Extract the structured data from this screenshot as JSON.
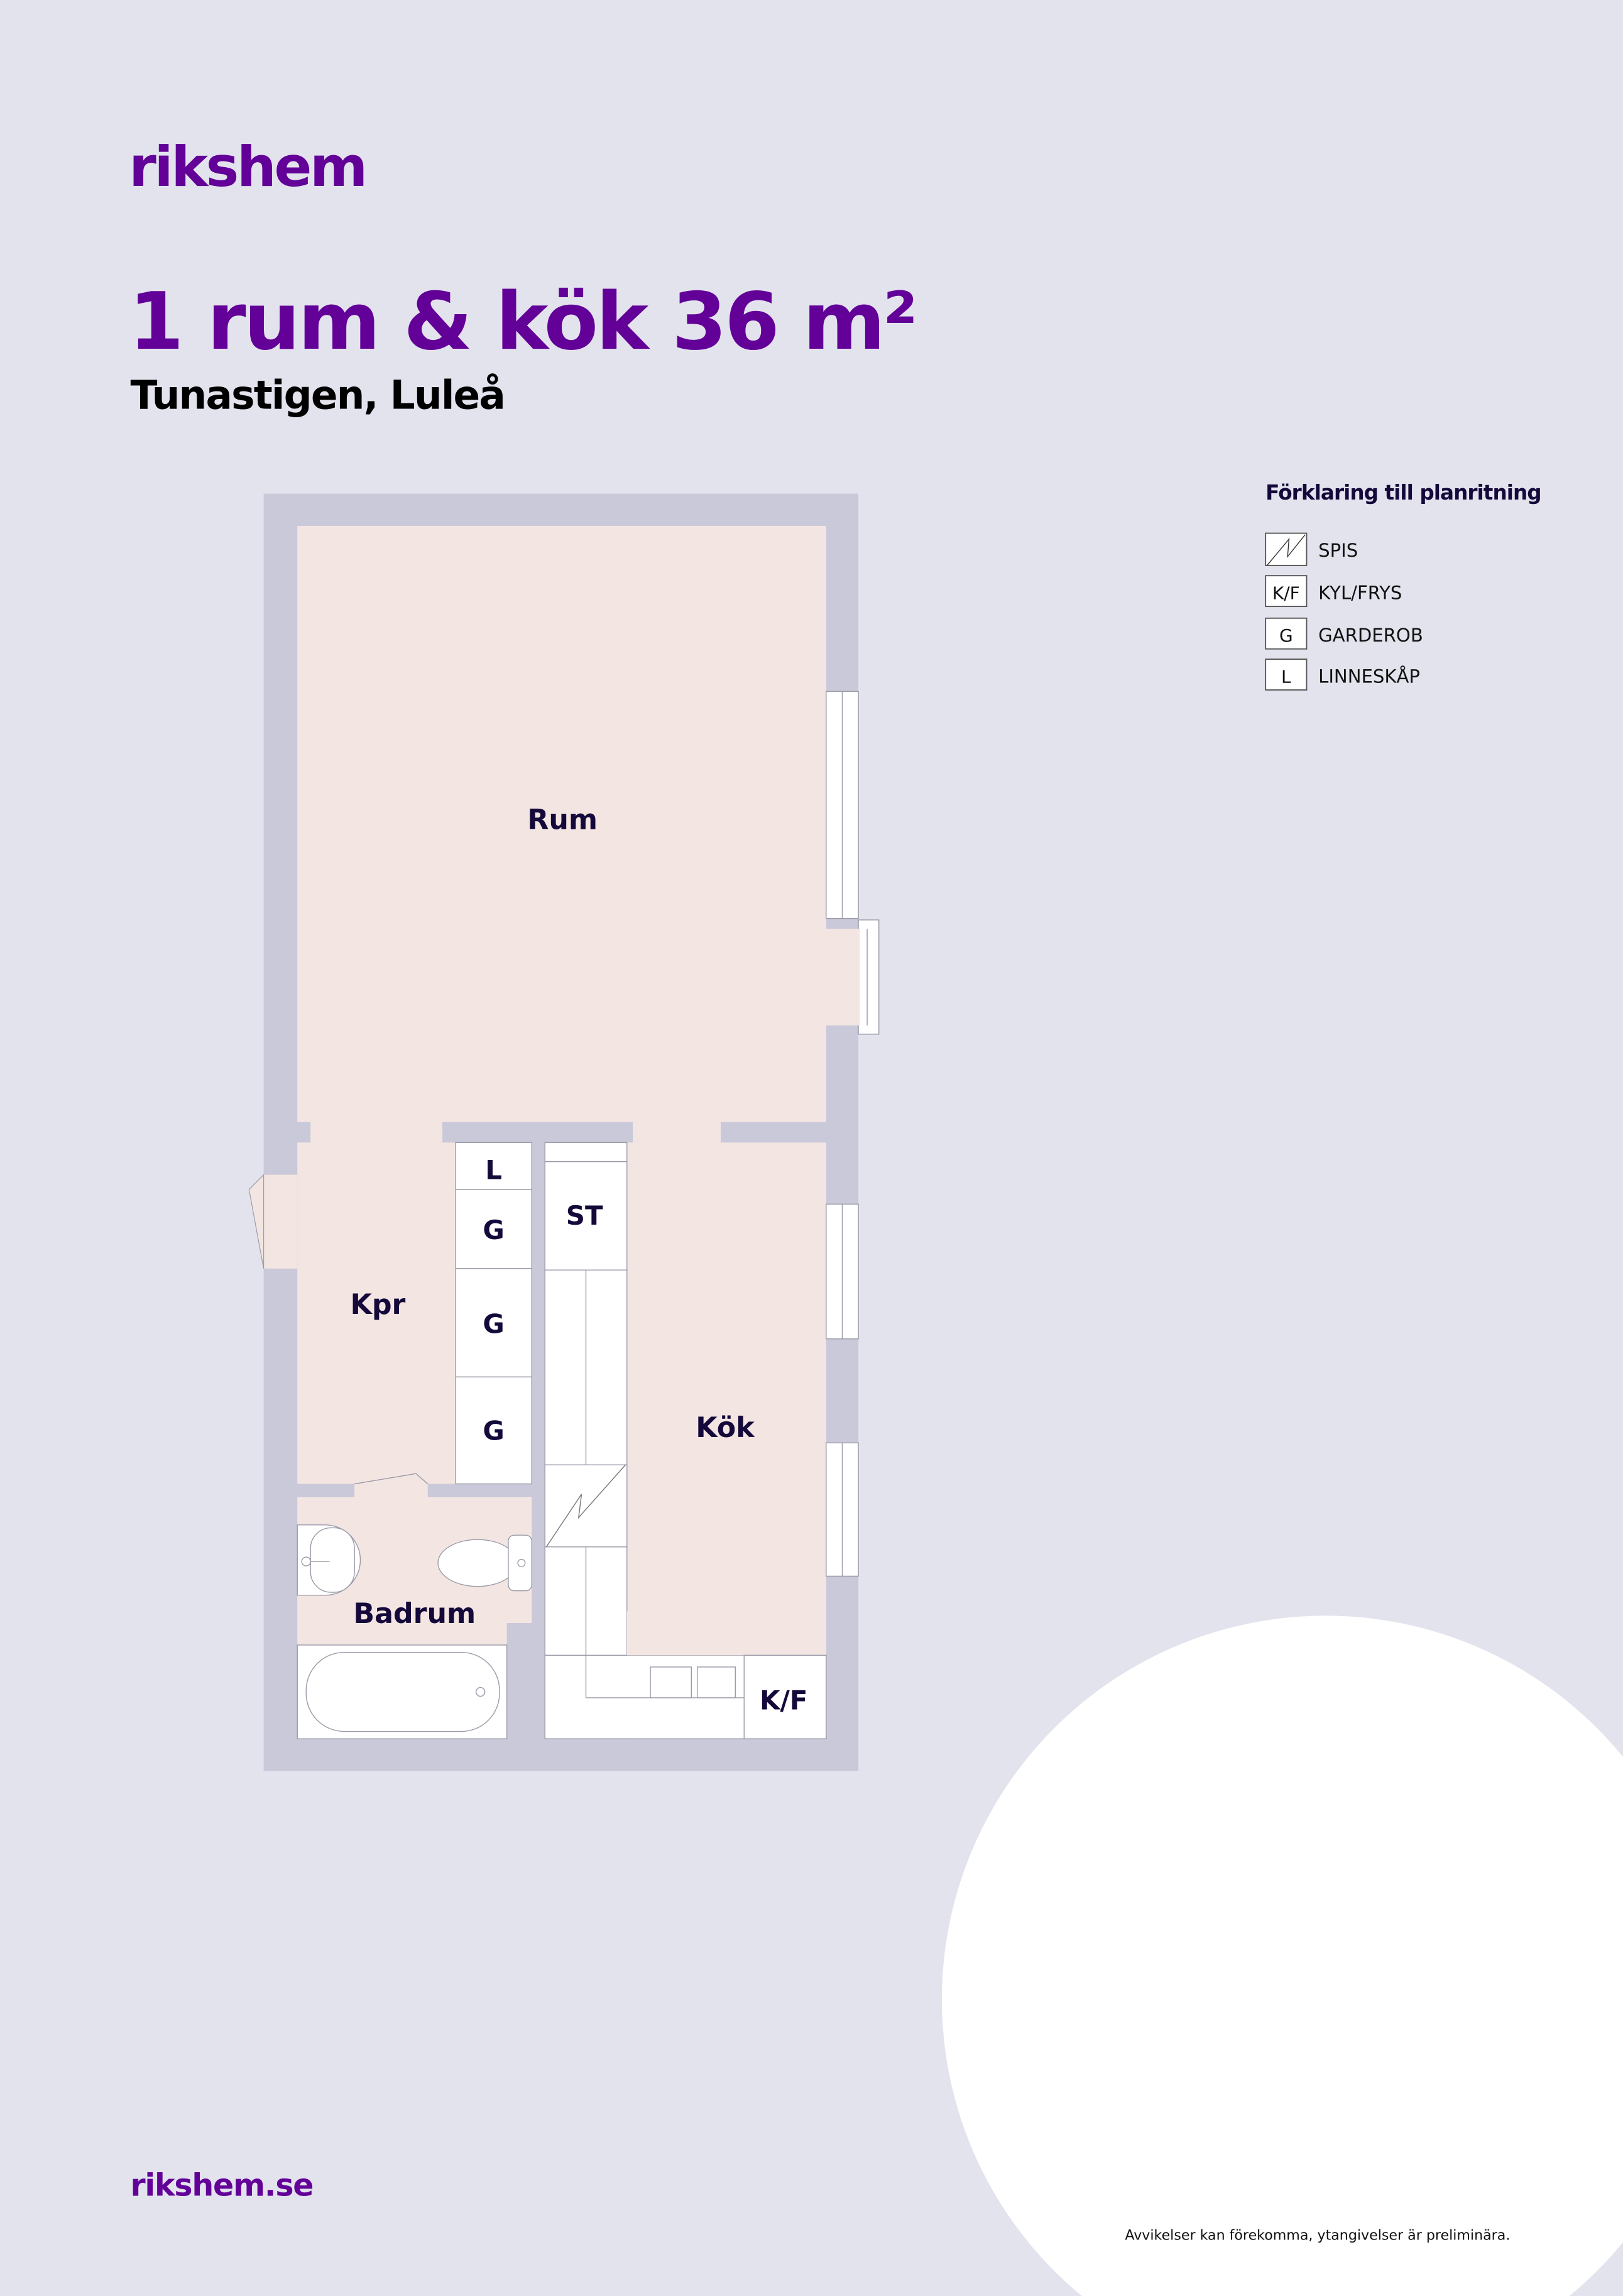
{
  "brand": {
    "logo": "rikshem",
    "website": "rikshem.se",
    "color": "#620098"
  },
  "header": {
    "title": "1 rum & kök 36 m²",
    "subtitle": "Tunastigen, Luleå"
  },
  "legend": {
    "heading": "Förklaring till planritning",
    "items": [
      {
        "symbol": "",
        "icon": "stove-icon",
        "label": "SPIS"
      },
      {
        "symbol": "K/F",
        "label": "KYL/FRYS"
      },
      {
        "symbol": "G",
        "label": "GARDEROB"
      },
      {
        "symbol": "L",
        "label": "LINNESKÅP"
      }
    ]
  },
  "floorplan": {
    "rooms": {
      "rum": "Rum",
      "kpr": "Kpr",
      "badrum": "Badrum",
      "kok": "Kök"
    },
    "fixtures": {
      "linen": "L",
      "wardrobe1": "G",
      "wardrobe2": "G",
      "wardrobe3": "G",
      "storage": "ST",
      "fridge": "K/F"
    },
    "colors": {
      "wall": "#c9c9da",
      "room": "#f3e6e2",
      "background": "#e3e3ee"
    }
  },
  "footer": {
    "disclaimer": "Avvikelser kan förekomma, ytangivelser är preliminära."
  }
}
